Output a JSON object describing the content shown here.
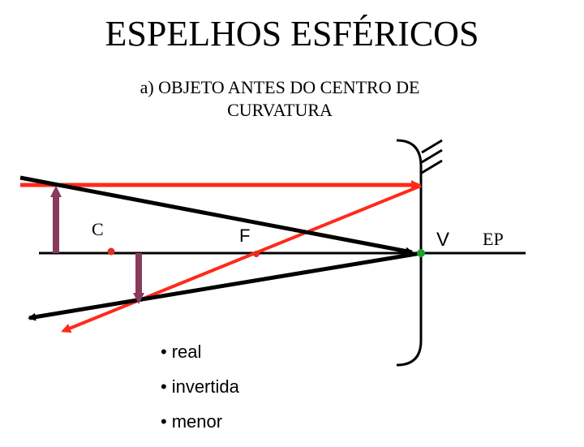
{
  "title": "ESPELHOS ESFÉRICOS",
  "subtitle": {
    "line1": "a) OBJETO ANTES DO CENTRO DE",
    "line2": "CURVATURA"
  },
  "labels": {
    "center": "C",
    "focus": "F",
    "vertex": "V",
    "axis": "EP"
  },
  "characteristics": [
    "real",
    "invertida",
    "menor"
  ],
  "colors": {
    "ray_red": "#ff2a1a",
    "ray_black": "#000000",
    "object": "#8a3a5a",
    "point_center": "#e03020",
    "point_vertex": "#1fa02a"
  }
}
